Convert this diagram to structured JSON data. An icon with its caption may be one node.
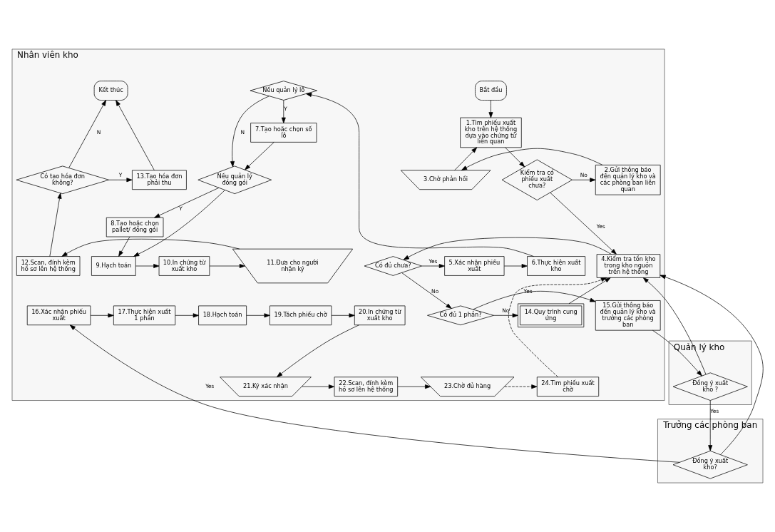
{
  "diagram": {
    "nodes": [
      {
        "text": [
          "Nhân viên kho"
        ]
      },
      {
        "text": [
          "Bắt đầu"
        ],
        "in": 0
      },
      {
        "text": [
          "1.Tìm phiếu xuất kho trên hệ thống dựa vào chứng từ liên quan"
        ],
        "in": 0
      },
      {
        "text": [
          "Kiểm tra có phiếu xuất chưa?"
        ],
        "in": 0
      },
      {
        "text": [
          "2.Gửi thông báo đến quản lý kho và các phòng ban liên quan"
        ],
        "in": 0
      },
      {
        "text": [
          "3.Chờ phản hồi"
        ],
        "in": 0
      },
      {
        "text": [
          "4.Kiểm tra tồn kho trong kho nguồn trên hệ thống"
        ],
        "in": 0
      },
      {
        "text": [
          "Có đủ chưa?"
        ],
        "in": 0
      },
      {
        "text": [
          "5.Xác nhận phiếu xuất"
        ],
        "in": 0
      },
      {
        "text": [
          "6.Thực hiện xuất kho"
        ],
        "in": 0
      },
      {
        "text": [
          "Nếu quản lý lô"
        ],
        "in": 0
      },
      {
        "text": [
          "7.Tạo hoặc chọn số lô"
        ],
        "in": 0
      },
      {
        "text": [
          "Nếu quản lý đóng gói"
        ],
        "in": 0
      },
      {
        "text": [
          "8.Tạo hoặc chọn pallet/ đóng gói"
        ],
        "in": 0
      },
      {
        "text": [
          "9.Hạch toán"
        ],
        "in": 0
      },
      {
        "text": [
          "10.In chứng từ xuất kho"
        ],
        "in": 0
      },
      {
        "text": [
          "11.Đưa cho người nhận ký"
        ],
        "in": 0
      },
      {
        "text": [
          "12.Scan, đính kèm hồ sơ lên hệ thống"
        ],
        "in": 0
      },
      {
        "text": [
          "Có tạo hóa đơn không?"
        ],
        "in": 0
      },
      {
        "text": [
          "13.Tạo hóa đơn phải thu"
        ],
        "in": 0
      },
      {
        "text": [
          "Kết thúc"
        ],
        "in": 0
      },
      {
        "text": [
          "14.Quy trình cung ứng"
        ],
        "in": 0
      },
      {
        "text": [
          "Có đủ 1 phần?"
        ],
        "in": 0
      },
      {
        "text": [
          "15.Gửi thông báo đến quản lý kho và trưởng các phòng ban"
        ],
        "in": 0
      },
      {
        "text": [
          "16.Xác nhận phiếu xuất"
        ],
        "in": 0
      },
      {
        "text": [
          "17.Thực hiện xuất 1 phần"
        ],
        "in": 0
      },
      {
        "text": [
          "18.Hạch toán"
        ],
        "in": 0
      },
      {
        "text": [
          "19.Tách phiếu chờ"
        ],
        "in": 0
      },
      {
        "text": [
          "20.In chứng từ xuất kho"
        ],
        "in": 0
      },
      {
        "text": [
          "21.Ký xác nhận"
        ],
        "in": 0
      },
      {
        "text": [
          "22.Scan, đính kèm hồ sơ lên hệ thống"
        ],
        "in": 0
      },
      {
        "text": [
          "23.Chờ đủ hàng"
        ],
        "in": 0
      },
      {
        "text": [
          "24.Tìm phiếu xuất chờ"
        ],
        "in": 0
      },
      {
        "text": [
          "Quản lý kho"
        ]
      },
      {
        "text": [
          "Đồng ý xuất kho ?"
        ],
        "in": 33
      },
      {
        "text": [
          "Trưởng các phòng ban"
        ]
      },
      {
        "text": [
          "Đồng ý xuất kho?"
        ],
        "in": 35
      }
    ],
    "edges": [
      {
        "from": 1,
        "to": 2,
        "arrow": "to"
      },
      {
        "from": 2,
        "to": 3,
        "arrow": "to"
      },
      {
        "from": 3,
        "to": 4,
        "arrow": "to",
        "label": "No"
      },
      {
        "from": 4,
        "to": 5,
        "arrow": "to"
      },
      {
        "from": 5,
        "to": 2,
        "arrow": "to"
      },
      {
        "from": 3,
        "to": 6,
        "arrow": "to",
        "label": "Yes"
      },
      {
        "from": 6,
        "to": 7,
        "arrow": "to"
      },
      {
        "from": 7,
        "to": 8,
        "arrow": "to",
        "label": "Yes"
      },
      {
        "from": 8,
        "to": 9,
        "arrow": "to"
      },
      {
        "from": 9,
        "to": 10,
        "arrow": "to"
      },
      {
        "from": 10,
        "to": 11,
        "arrow": "to",
        "label": "Y"
      },
      {
        "from": 10,
        "to": 12,
        "arrow": "to",
        "label": "N"
      },
      {
        "from": 11,
        "to": 12,
        "arrow": "to"
      },
      {
        "from": 12,
        "to": 13,
        "arrow": "to",
        "label": "Y"
      },
      {
        "from": 12,
        "to": 14,
        "arrow": "to"
      },
      {
        "from": 13,
        "to": 14,
        "arrow": "to"
      },
      {
        "from": 14,
        "to": 15,
        "arrow": "to"
      },
      {
        "from": 15,
        "to": 16,
        "arrow": "to"
      },
      {
        "from": 16,
        "to": 17,
        "arrow": "to"
      },
      {
        "from": 17,
        "to": 18,
        "arrow": "to"
      },
      {
        "from": 18,
        "to": 19,
        "arrow": "to",
        "label": "Y"
      },
      {
        "from": 18,
        "to": 20,
        "arrow": "to",
        "label": "N"
      },
      {
        "from": 19,
        "to": 20,
        "arrow": "to"
      },
      {
        "from": 21,
        "to": 6,
        "arrow": "to"
      },
      {
        "from": 7,
        "to": 22,
        "arrow": "to",
        "label": "No"
      },
      {
        "from": 22,
        "to": 21,
        "arrow": "to",
        "label": "No"
      },
      {
        "from": 22,
        "to": 23,
        "arrow": "to",
        "label": "Yes"
      },
      {
        "from": 23,
        "to": 34,
        "arrow": "to"
      },
      {
        "from": 34,
        "to": 36,
        "arrow": "to",
        "label": "Yes"
      },
      {
        "from": 36,
        "to": 24,
        "arrow": "to",
        "label": "Yes"
      },
      {
        "from": 34,
        "to": 6,
        "arrow": "to"
      },
      {
        "from": 36,
        "to": 6,
        "arrow": "to"
      },
      {
        "from": 24,
        "to": 25,
        "arrow": "to"
      },
      {
        "from": 25,
        "to": 26,
        "arrow": "to"
      },
      {
        "from": 26,
        "to": 27,
        "arrow": "to"
      },
      {
        "from": 27,
        "to": 28,
        "arrow": "to"
      },
      {
        "from": 28,
        "to": 29,
        "arrow": "to"
      },
      {
        "from": 29,
        "to": 30,
        "arrow": "to"
      },
      {
        "from": 30,
        "to": 31,
        "arrow": "to"
      },
      {
        "from": 31,
        "to": 32,
        "arrow": "to",
        "style": "dashed"
      },
      {
        "from": 32,
        "to": 6,
        "arrow": "to",
        "style": "dashed"
      }
    ]
  }
}
